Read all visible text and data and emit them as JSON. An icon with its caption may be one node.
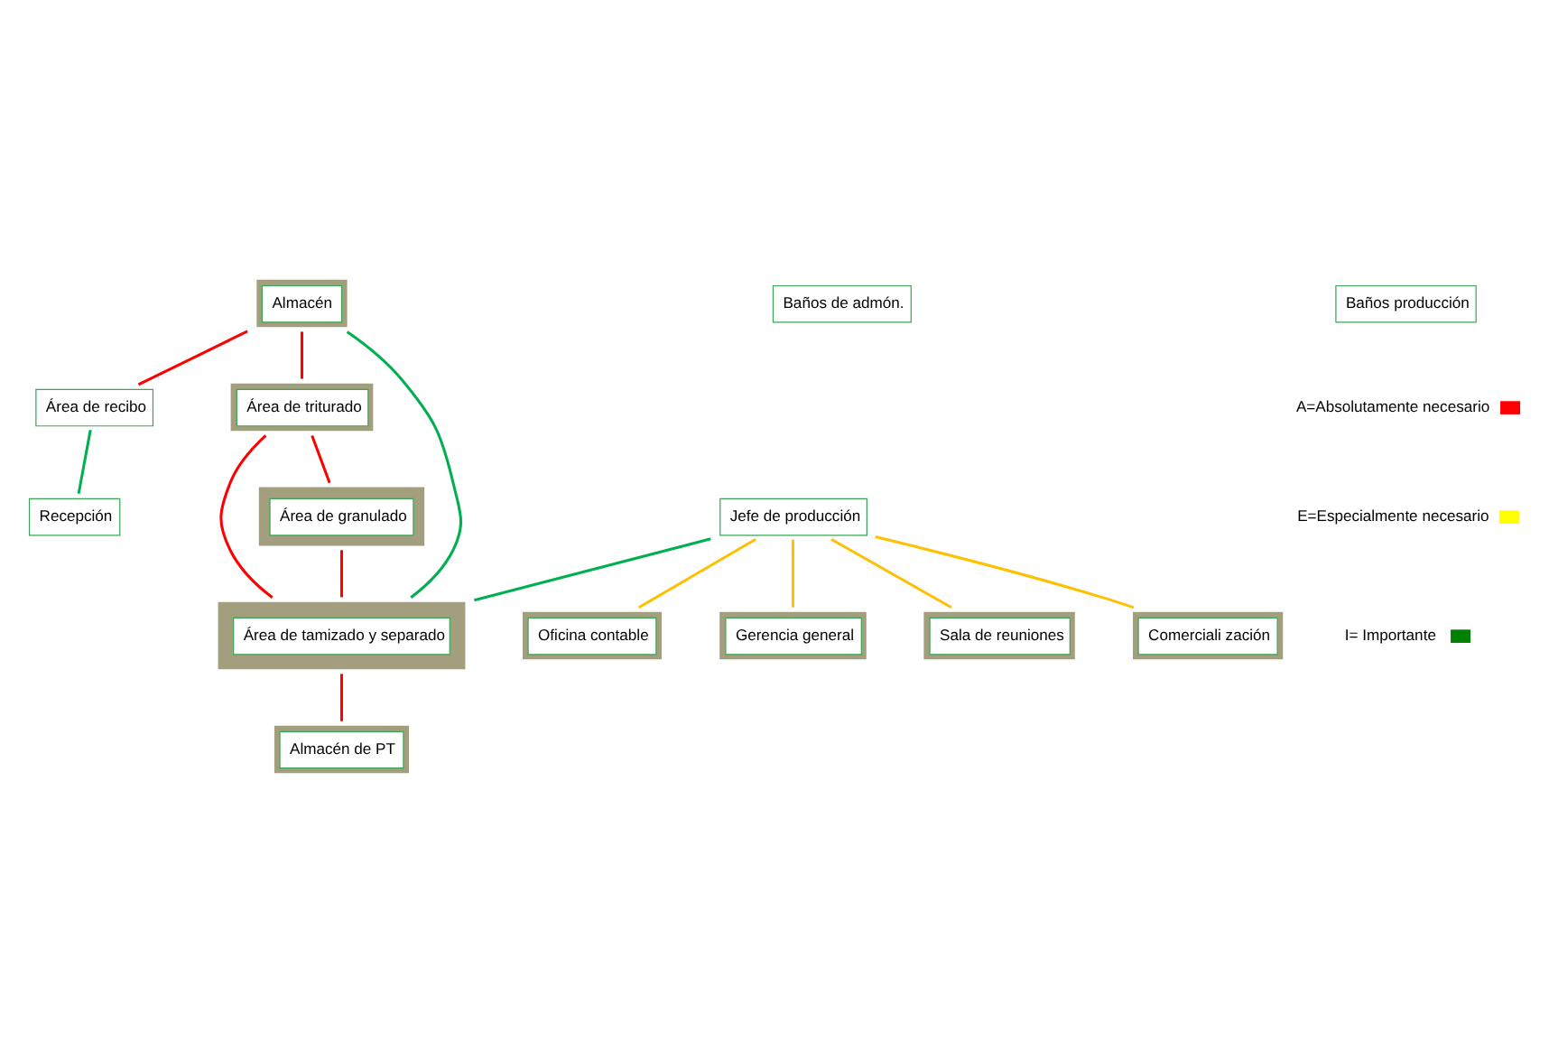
{
  "diagram": {
    "nodes": [
      {
        "text": [
          "Almacén"
        ]
      },
      {
        "text": [
          "Jefe de producción"
        ]
      },
      {
        "text": [
          "Baños de admón."
        ]
      },
      {
        "text": [
          "Área de recibo"
        ]
      },
      {
        "text": [
          "Área de triturado"
        ]
      },
      {
        "text": [
          "Oficina contable"
        ]
      },
      {
        "text": [
          "Área de tamizado y separado"
        ]
      },
      {
        "text": [
          "Gerencia general"
        ]
      },
      {
        "text": [
          "Área de granulado"
        ]
      },
      {
        "text": [
          "Recepción"
        ]
      },
      {
        "text": [
          "Sala de reuniones"
        ]
      },
      {
        "text": [
          "Baños producción"
        ]
      },
      {
        "text": [
          "Almacén de PT"
        ]
      },
      {
        "text": [
          "Comerciali zación"
        ]
      }
    ],
    "edges": [
      {
        "from": 0,
        "to": 3,
        "arrow": "none"
      },
      {
        "from": 0,
        "to": 4,
        "arrow": "none"
      },
      {
        "from": 0,
        "to": 6,
        "arrow": "none",
        "color": "#00b050"
      },
      {
        "from": 1,
        "to": 6,
        "arrow": "none",
        "color": "#00b050"
      },
      {
        "from": 1,
        "to": 5,
        "arrow": "none",
        "color": "#ffc000"
      },
      {
        "from": 1,
        "to": 7,
        "arrow": "none",
        "color": "#ffc000"
      },
      {
        "from": 1,
        "to": 10,
        "arrow": "none",
        "color": "#ffc000"
      },
      {
        "from": 1,
        "to": 13,
        "arrow": "none",
        "color": "#ffc000"
      },
      {
        "from": 4,
        "to": 6,
        "arrow": "none"
      },
      {
        "from": 4,
        "to": 8,
        "arrow": "none"
      },
      {
        "from": 8,
        "to": 6,
        "arrow": "none"
      },
      {
        "from": 3,
        "to": 9,
        "arrow": "none",
        "color": "#00b050"
      },
      {
        "from": 6,
        "to": 12,
        "arrow": "none"
      }
    ],
    "legend": [
      {
        "text": "A=Absolutamente necesario",
        "color": "#ff0000"
      },
      {
        "text": "E=Especialmente necesario",
        "color": "#ffff00"
      },
      {
        "text": "I= Importante",
        "color": "#008000"
      }
    ]
  }
}
